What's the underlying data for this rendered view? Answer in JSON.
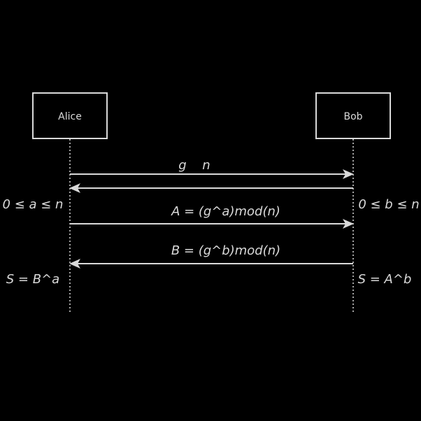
{
  "actors": {
    "left": {
      "label": "Alice"
    },
    "right": {
      "label": "Bob"
    }
  },
  "messages": {
    "params": {
      "g": "g",
      "n": "n"
    },
    "a_public": {
      "label": "A = (g^a)mod(n)"
    },
    "b_public": {
      "label": "B = (g^b)mod(n)"
    }
  },
  "notes": {
    "alice_range": "0 ≤ a ≤ n",
    "bob_range": "0 ≤ b ≤ n",
    "alice_secret": "S = B^a",
    "bob_secret": "S = A^b"
  },
  "colors": {
    "background": "#000000",
    "foreground": "#d9d9d9"
  }
}
